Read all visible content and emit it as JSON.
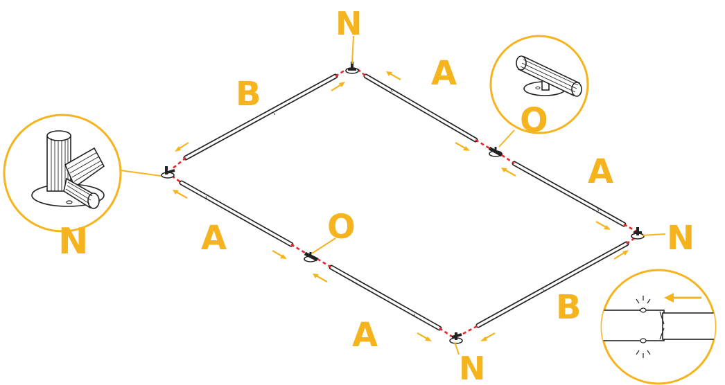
{
  "labels": {
    "n_top": "N",
    "b_top_left": "B",
    "a_top_right": "A",
    "o_callout_top": "O",
    "a_right": "A",
    "n_right": "N",
    "n_left_callout": "N",
    "a_left": "A",
    "o_bottom": "O",
    "b_bottom_right": "B",
    "a_bottom": "A",
    "n_bottom": "N"
  },
  "colors": {
    "accent": "#F5B41E",
    "connector_dash": "#E8262A",
    "line": "#222222"
  },
  "icons": {
    "three_way_connector": "t-corner-connector-icon",
    "straight_connector": "t-straight-connector-icon",
    "click_lock": "pole-click-lock-icon"
  }
}
